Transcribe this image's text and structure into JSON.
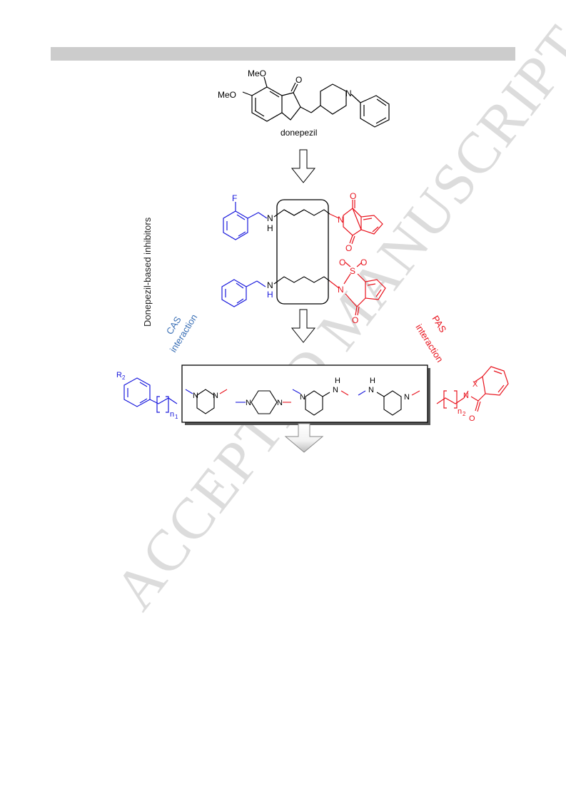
{
  "watermark": "ACCEPTED MANUSCRIPT",
  "labels": {
    "donepezil": "donepezil",
    "side_title": "Donepezil-based inhibitors",
    "cas_line1": "CAS",
    "cas_line2": "interaction",
    "pas_line1": "PAS",
    "pas_line2": "interaction"
  },
  "atoms": {
    "meo": "MeO",
    "o": "O",
    "n": "N",
    "f": "F",
    "nh_n": "N",
    "nh_h": "H",
    "s": "S",
    "x": "X",
    "r": "R",
    "r_sub": "2",
    "n_label": "n",
    "n1_sub": "1",
    "n2_sub": "2"
  },
  "colors": {
    "black": "#000000",
    "blue": "#1a1adc",
    "red": "#e8141e",
    "cas_text": "#3a6fb5",
    "pas_text": "#e8141e",
    "watermark": "#d9d9d9",
    "header_bar": "#cccccc"
  }
}
